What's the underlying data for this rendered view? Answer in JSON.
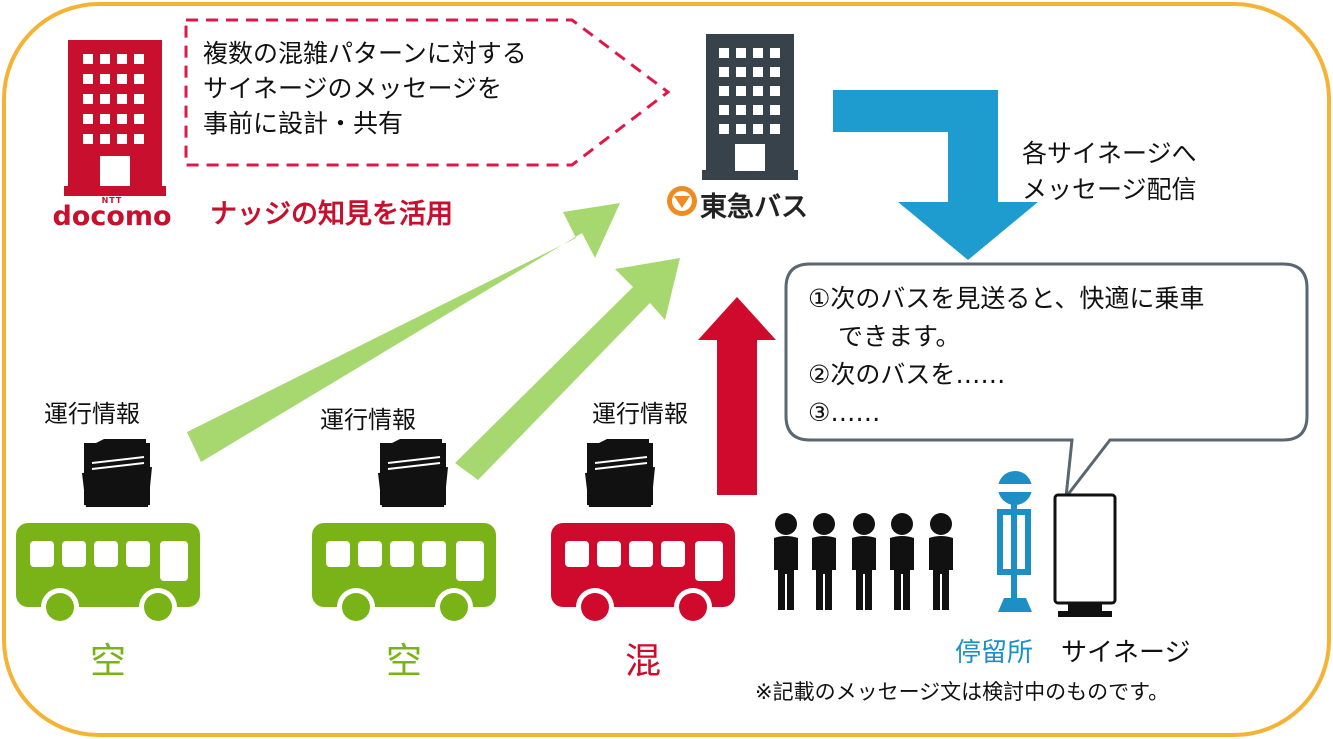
{
  "plan_box": {
    "lines": [
      "複数の混雑パターンに対する",
      "サイネージのメッセージを",
      "事前に設計・共有"
    ]
  },
  "docomo": {
    "ntt": "NTT",
    "name": "docomo"
  },
  "nudge_label": "ナッジの知見を活用",
  "tokyu": {
    "name": "東急バス"
  },
  "delivery_label": {
    "lines": [
      "各サイネージへ",
      "メッセージ配信"
    ]
  },
  "message_bubble": {
    "lines": [
      "①次のバスを見送ると、快適に乗車",
      "できます。",
      "②次のバスを……",
      "③……"
    ]
  },
  "buses": [
    {
      "info_label": "運行情報",
      "status": "空"
    },
    {
      "info_label": "運行情報",
      "status": "空"
    },
    {
      "info_label": "運行情報",
      "status": "混"
    }
  ],
  "stop_label": "停留所",
  "signage_label": "サイネージ",
  "footnote": "※記載のメッセージ文は検討中のものです。",
  "colors": {
    "frame": "#f5b335",
    "docomo_red": "#c8102e",
    "tokyu_dark": "#37424a",
    "green": "#7ab317",
    "light_green": "#a7d86f",
    "crowded_red": "#cf0a2c",
    "blue": "#1e9bcf",
    "stop_blue": "#1e8fc4"
  },
  "icons": {
    "docomo_building": "red-office-building-icon",
    "tokyu_building": "dark-office-building-icon",
    "folder": "document-folder-icon",
    "bus": "bus-icon",
    "person": "person-icon",
    "stop": "bus-stop-sign-icon",
    "signage": "digital-signage-icon"
  }
}
